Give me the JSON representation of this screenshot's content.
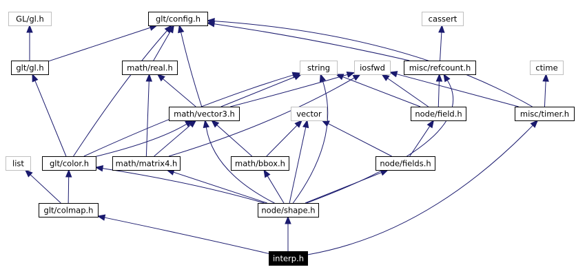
{
  "diagram": {
    "type": "include-dependency-graph",
    "nodes": [
      {
        "id": "gl_gl",
        "label": "GL/gl.h",
        "kind": "external"
      },
      {
        "id": "glt_config",
        "label": "glt/config.h",
        "kind": "file"
      },
      {
        "id": "cassert",
        "label": "cassert",
        "kind": "external"
      },
      {
        "id": "glt_gl",
        "label": "glt/gl.h",
        "kind": "file"
      },
      {
        "id": "math_real",
        "label": "math/real.h",
        "kind": "file"
      },
      {
        "id": "string",
        "label": "string",
        "kind": "external"
      },
      {
        "id": "iosfwd",
        "label": "iosfwd",
        "kind": "external"
      },
      {
        "id": "misc_refcount",
        "label": "misc/refcount.h",
        "kind": "file"
      },
      {
        "id": "ctime",
        "label": "ctime",
        "kind": "external"
      },
      {
        "id": "math_vector3",
        "label": "math/vector3.h",
        "kind": "file"
      },
      {
        "id": "vector",
        "label": "vector",
        "kind": "external"
      },
      {
        "id": "node_field",
        "label": "node/field.h",
        "kind": "file"
      },
      {
        "id": "misc_timer",
        "label": "misc/timer.h",
        "kind": "file"
      },
      {
        "id": "list",
        "label": "list",
        "kind": "external"
      },
      {
        "id": "glt_color",
        "label": "glt/color.h",
        "kind": "file"
      },
      {
        "id": "math_matrix4",
        "label": "math/matrix4.h",
        "kind": "file"
      },
      {
        "id": "math_bbox",
        "label": "math/bbox.h",
        "kind": "file"
      },
      {
        "id": "node_fields",
        "label": "node/fields.h",
        "kind": "file"
      },
      {
        "id": "glt_colmap",
        "label": "glt/colmap.h",
        "kind": "file"
      },
      {
        "id": "node_shape",
        "label": "node/shape.h",
        "kind": "file"
      },
      {
        "id": "interp",
        "label": "interp.h",
        "kind": "root"
      }
    ],
    "edges": [
      {
        "from": "interp",
        "to": "glt_colmap"
      },
      {
        "from": "interp",
        "to": "node_shape"
      },
      {
        "from": "interp",
        "to": "misc_timer"
      },
      {
        "from": "glt_colmap",
        "to": "list"
      },
      {
        "from": "glt_colmap",
        "to": "glt_color"
      },
      {
        "from": "glt_color",
        "to": "glt_gl"
      },
      {
        "from": "glt_color",
        "to": "glt_config"
      },
      {
        "from": "glt_color",
        "to": "string"
      },
      {
        "from": "glt_color",
        "to": "math_vector3"
      },
      {
        "from": "glt_gl",
        "to": "gl_gl"
      },
      {
        "from": "glt_gl",
        "to": "glt_config"
      },
      {
        "from": "math_real",
        "to": "glt_config"
      },
      {
        "from": "misc_refcount",
        "to": "glt_config"
      },
      {
        "from": "misc_refcount",
        "to": "cassert"
      },
      {
        "from": "misc_timer",
        "to": "glt_config"
      },
      {
        "from": "misc_timer",
        "to": "ctime"
      },
      {
        "from": "misc_timer",
        "to": "iosfwd"
      },
      {
        "from": "math_vector3",
        "to": "glt_config"
      },
      {
        "from": "math_vector3",
        "to": "math_real"
      },
      {
        "from": "math_vector3",
        "to": "string"
      },
      {
        "from": "math_vector3",
        "to": "iosfwd"
      },
      {
        "from": "math_matrix4",
        "to": "math_real"
      },
      {
        "from": "math_matrix4",
        "to": "math_vector3"
      },
      {
        "from": "math_matrix4",
        "to": "iosfwd"
      },
      {
        "from": "math_bbox",
        "to": "math_vector3"
      },
      {
        "from": "math_bbox",
        "to": "vector"
      },
      {
        "from": "node_field",
        "to": "misc_refcount"
      },
      {
        "from": "node_field",
        "to": "string"
      },
      {
        "from": "node_field",
        "to": "iosfwd"
      },
      {
        "from": "node_fields",
        "to": "node_field"
      },
      {
        "from": "node_fields",
        "to": "vector"
      },
      {
        "from": "node_shape",
        "to": "glt_color"
      },
      {
        "from": "node_shape",
        "to": "math_matrix4"
      },
      {
        "from": "node_shape",
        "to": "math_bbox"
      },
      {
        "from": "node_shape",
        "to": "math_vector3"
      },
      {
        "from": "node_shape",
        "to": "node_fields"
      },
      {
        "from": "node_shape",
        "to": "string"
      },
      {
        "from": "node_shape",
        "to": "vector"
      },
      {
        "from": "node_shape",
        "to": "misc_refcount"
      }
    ]
  }
}
